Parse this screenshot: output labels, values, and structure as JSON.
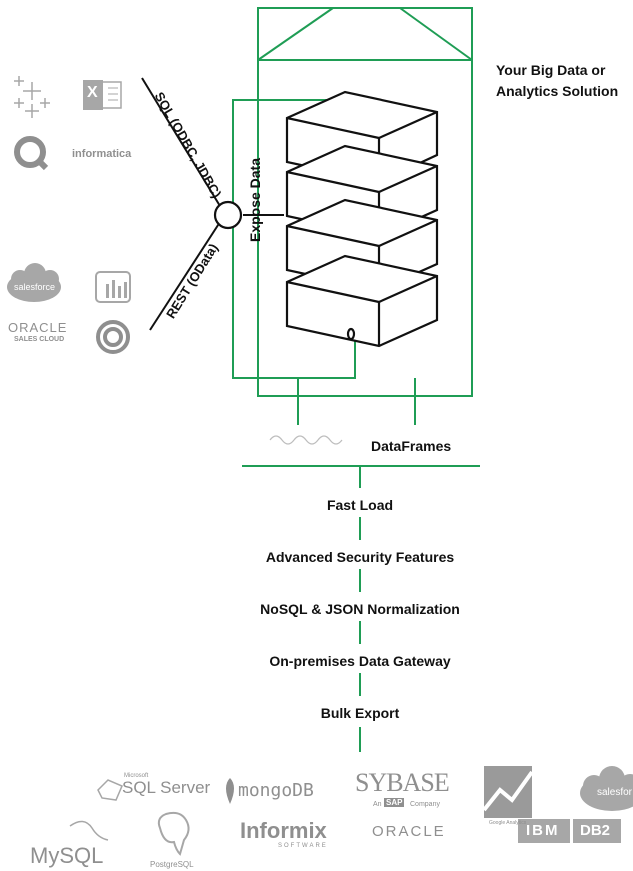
{
  "solution_title_line1": "Your Big Data or",
  "solution_title_line2": "Analytics Solution",
  "expose_label": "Expose Data",
  "connectors": {
    "sql": "SQL (ODBC, JDBC)",
    "rest": "REST (OData)"
  },
  "dataframes_label": "DataFrames",
  "features": [
    "Fast Load",
    "Advanced Security Features",
    "NoSQL & JSON Normalization",
    "On-premises Data Gateway",
    "Bulk Export"
  ],
  "client_logos": {
    "excel_letter": "X",
    "informatica": "informatica",
    "salesforce": "salesforce",
    "oracle": "ORACLE",
    "oracle_sub": "SALES CLOUD"
  },
  "source_logos": {
    "sqlserver_small": "Microsoft",
    "sqlserver": "SQL Server",
    "mongodb": "mongoDB",
    "sybase": "SYBASE",
    "sybase_an": "An",
    "sybase_sap": "SAP",
    "sybase_company": "Company",
    "google_analytics": "Google Analytics",
    "salesforce": "salesfor",
    "mysql": "MySQL",
    "postgresql": "PostgreSQL",
    "informix": "Informix",
    "informix_sub": "SOFTWARE",
    "oracle": "ORACLE",
    "ibm": "IBM",
    "db2": "DB2"
  },
  "colors": {
    "accent_green": "#1f9d55",
    "salesforce_blue": "#1798c1",
    "logo_gray": "#8f8f8f"
  }
}
